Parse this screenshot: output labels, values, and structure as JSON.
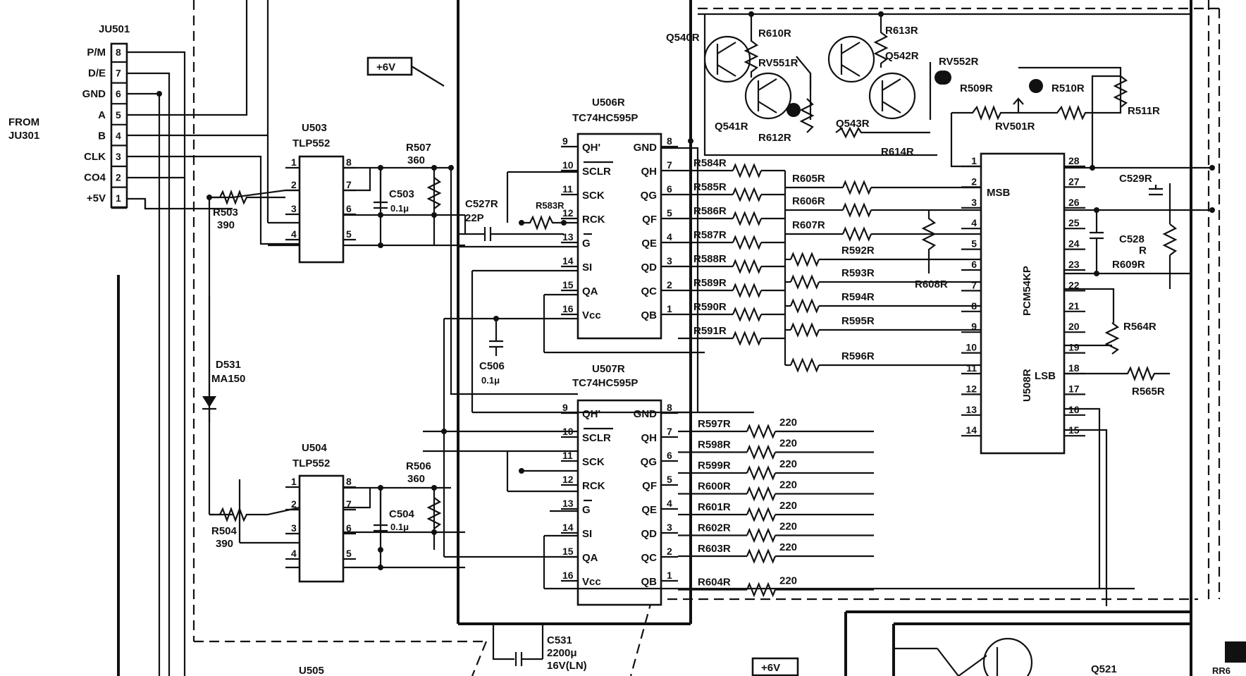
{
  "connector": {
    "ref": "JU501",
    "from_label_1": "FROM",
    "from_label_2": "JU301",
    "pins": [
      {
        "num": "8",
        "signal": "P/M"
      },
      {
        "num": "7",
        "signal": "D/E"
      },
      {
        "num": "6",
        "signal": "GND"
      },
      {
        "num": "5",
        "signal": "A"
      },
      {
        "num": "4",
        "signal": "B"
      },
      {
        "num": "3",
        "signal": "CLK"
      },
      {
        "num": "2",
        "signal": "CO4"
      },
      {
        "num": "1",
        "signal": "+5V"
      }
    ]
  },
  "power": {
    "label_top": "+6V",
    "label_bottom": "+6V"
  },
  "u503": {
    "ref": "U503",
    "part": "TLP552",
    "pins": [
      "1",
      "2",
      "3",
      "4",
      "8",
      "7",
      "6",
      "5"
    ]
  },
  "u504": {
    "ref": "U504",
    "part": "TLP552",
    "pins": [
      "1",
      "2",
      "3",
      "4",
      "8",
      "7",
      "6",
      "5"
    ]
  },
  "u505": {
    "ref": "U505"
  },
  "u506": {
    "ref": "U506R",
    "part": "TC74HC595P",
    "left_pins": [
      {
        "num": "9",
        "name": "QH'"
      },
      {
        "num": "10",
        "name": "SCLR"
      },
      {
        "num": "11",
        "name": "SCK"
      },
      {
        "num": "12",
        "name": "RCK"
      },
      {
        "num": "13",
        "name": "G"
      },
      {
        "num": "14",
        "name": "SI"
      },
      {
        "num": "15",
        "name": "QA"
      },
      {
        "num": "16",
        "name": "Vcc"
      }
    ],
    "right_pins": [
      {
        "num": "8",
        "name": "GND"
      },
      {
        "num": "7",
        "name": "QH"
      },
      {
        "num": "6",
        "name": "QG"
      },
      {
        "num": "5",
        "name": "QF"
      },
      {
        "num": "4",
        "name": "QE"
      },
      {
        "num": "3",
        "name": "QD"
      },
      {
        "num": "2",
        "name": "QC"
      },
      {
        "num": "1",
        "name": "QB"
      }
    ]
  },
  "u507": {
    "ref": "U507R",
    "part": "TC74HC595P",
    "left_pins": [
      {
        "num": "9",
        "name": "QH'"
      },
      {
        "num": "10",
        "name": "SCLR"
      },
      {
        "num": "11",
        "name": "SCK"
      },
      {
        "num": "12",
        "name": "RCK"
      },
      {
        "num": "13",
        "name": "G"
      },
      {
        "num": "14",
        "name": "SI"
      },
      {
        "num": "15",
        "name": "QA"
      },
      {
        "num": "16",
        "name": "Vcc"
      }
    ],
    "right_pins": [
      {
        "num": "8",
        "name": "GND"
      },
      {
        "num": "7",
        "name": "QH"
      },
      {
        "num": "6",
        "name": "QG"
      },
      {
        "num": "5",
        "name": "QF"
      },
      {
        "num": "4",
        "name": "QE"
      },
      {
        "num": "3",
        "name": "QD"
      },
      {
        "num": "2",
        "name": "QC"
      },
      {
        "num": "1",
        "name": "QB"
      }
    ]
  },
  "u508": {
    "ref": "U508R",
    "part": "PCM54KP",
    "msb": "MSB",
    "lsb": "LSB",
    "left_pins": [
      "1",
      "2",
      "3",
      "4",
      "5",
      "6",
      "7",
      "8",
      "9",
      "10",
      "11",
      "12",
      "13",
      "14"
    ],
    "right_pins": [
      "28",
      "27",
      "26",
      "25",
      "24",
      "23",
      "22",
      "21",
      "20",
      "19",
      "18",
      "17",
      "16",
      "15"
    ]
  },
  "resistors": {
    "r503": {
      "ref": "R503",
      "value": "390"
    },
    "r504": {
      "ref": "R504",
      "value": "390"
    },
    "r506": {
      "ref": "R506",
      "value": "360"
    },
    "r507": {
      "ref": "R507",
      "value": "360"
    },
    "r583": "R583R",
    "upper_bank": [
      "R584R",
      "R585R",
      "R586R",
      "R587R",
      "R588R",
      "R589R",
      "R590R",
      "R591R"
    ],
    "mid_bank": [
      "R605R",
      "R606R",
      "R607R",
      "R592R",
      "R593R",
      "R594R",
      "R595R",
      "R596R"
    ],
    "lower_bank": [
      {
        "ref": "R597R",
        "value": "220"
      },
      {
        "ref": "R598R",
        "value": "220"
      },
      {
        "ref": "R599R",
        "value": "220"
      },
      {
        "ref": "R600R",
        "value": "220"
      },
      {
        "ref": "R601R",
        "value": "220"
      },
      {
        "ref": "R602R",
        "value": "220"
      },
      {
        "ref": "R603R",
        "value": "220"
      },
      {
        "ref": "R604R",
        "value": "220"
      }
    ],
    "r608": "R608R",
    "r609": "R609R",
    "r564": "R564R",
    "r565": "R565R",
    "r509": "R509R",
    "r510": "R510R",
    "r511": "R511R",
    "r610": "R610R",
    "r612": "R612R",
    "r613": "R613R",
    "r614": "R614R"
  },
  "pots": {
    "rv501": "RV501R",
    "rv551": "RV551R",
    "rv552": "RV552R"
  },
  "transistors": {
    "q540": "Q540R",
    "q541": "Q541R",
    "q542": "Q542R",
    "q543": "Q543R",
    "q521": "Q521"
  },
  "capacitors": {
    "c503": {
      "ref": "C503",
      "value": "0.1μ"
    },
    "c504": {
      "ref": "C504",
      "value": "0.1μ"
    },
    "c506": {
      "ref": "C506",
      "value": "0.1μ"
    },
    "c527": {
      "ref": "C527R",
      "value": "22P"
    },
    "c528": {
      "ref": "C528",
      "suffix": "R"
    },
    "c529": {
      "ref": "C529R"
    },
    "c531": {
      "ref": "C531",
      "value": "2200μ",
      "rating": "16V(LN)"
    }
  },
  "diode": {
    "ref": "D531",
    "part": "MA150"
  },
  "edge": {
    "rr": "RR6"
  }
}
